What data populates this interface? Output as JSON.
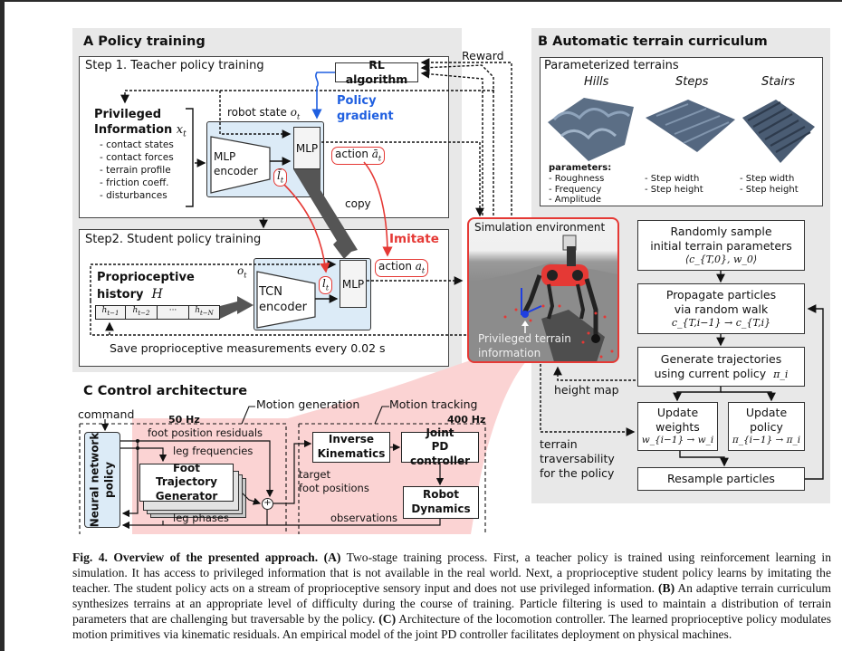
{
  "panel_a": {
    "title": "A Policy training",
    "step1": {
      "title": "Step 1. Teacher policy training",
      "rl_algorithm": "RL algorithm",
      "reward": "Reward",
      "policy_gradient_1": "Policy",
      "policy_gradient_2": "gradient",
      "privileged_title_1": "Privileged",
      "privileged_title_2": "Information",
      "privileged_symbol": "x",
      "privileged_subscript": "t",
      "privileged_items": [
        "- contact states",
        "- contact forces",
        "- terrain profile",
        "- friction coeff.",
        "- disturbances"
      ],
      "robot_state": "robot state",
      "robot_state_symbol": "o",
      "encoder_1": "MLP",
      "encoder_2": "encoder",
      "mlp": "MLP",
      "latent_teacher": "l̄",
      "action_teacher_label": "action",
      "action_teacher_symbol": "ā",
      "copy": "copy"
    },
    "step2": {
      "title": "Step2. Student policy training",
      "imitate": "Imitate",
      "proprio_title_1": "Proprioceptive",
      "proprio_title_2": "history",
      "proprio_symbol": "H",
      "obs_symbol": "o",
      "history_cells": [
        "h",
        "h",
        "···",
        "h"
      ],
      "history_subs": [
        "t−1",
        "t−2",
        "",
        "t−N"
      ],
      "encoder_1": "TCN",
      "encoder_2": "encoder",
      "mlp": "MLP",
      "latent_student": "l",
      "action_student_label": "action",
      "action_student_symbol": "a",
      "save_note": "Save proprioceptive measurements every 0.02 s"
    }
  },
  "panel_b": {
    "title": "B  Automatic terrain curriculum",
    "terrains_title": "Parameterized terrains",
    "terrains": [
      {
        "name": "Hills",
        "params": [
          "- Roughness",
          "- Frequency",
          "- Amplitude"
        ]
      },
      {
        "name": "Steps",
        "params": [
          "- Step width",
          "- Step height"
        ]
      },
      {
        "name": "Stairs",
        "params": [
          "- Step width",
          "- Step height"
        ]
      }
    ],
    "parameters_label": "parameters:",
    "sim_env_title": "Simulation environment",
    "sim_env_annotation_1": "Privileged terrain",
    "sim_env_annotation_2": "information",
    "height_map": "height map",
    "traversability_1": "terrain",
    "traversability_2": "traversability",
    "traversability_3": "for the policy",
    "flow": {
      "sample_1": "Randomly sample",
      "sample_2": "initial terrain parameters",
      "sample_math": "⟨c_{T,0}, w_0⟩",
      "propagate_1": "Propagate particles",
      "propagate_2": "via random walk",
      "propagate_math": "c_{T,i−1} → c_{T,i}",
      "generate_1": "Generate trajectories",
      "generate_2": "using current policy",
      "generate_math": "π_i",
      "weights_1": "Update",
      "weights_2": "weights",
      "weights_math": "w_{i−1} → w_i",
      "policy_1": "Update",
      "policy_2": "policy",
      "policy_math": "π_{i−1} → π_i",
      "resample": "Resample particles"
    }
  },
  "panel_c": {
    "title": "C Control architecture",
    "motion_generation": "Motion generation",
    "motion_tracking": "Motion tracking",
    "command": "command",
    "rate_50": "50 Hz",
    "rate_400": "400 Hz",
    "policy_1": "Neural network",
    "policy_2": "policy",
    "foot_residuals": "foot position residuals",
    "leg_frequencies": "leg frequencies",
    "ftg_1": "Foot Trajectory",
    "ftg_2": "Generator",
    "leg_phases": "leg phases",
    "sum_symbol": "+",
    "target_1": "target",
    "target_2": "foot positions",
    "ik_1": "Inverse",
    "ik_2": "Kinematics",
    "pd_1": "Joint",
    "pd_2": "PD controller",
    "dyn_1": "Robot",
    "dyn_2": "Dynamics",
    "observations": "observations"
  },
  "caption": {
    "label": "Fig. 4. Overview of the presented approach.",
    "A": "(A)",
    "text_a": " Two-stage training process. First, a teacher policy is trained using reinforcement learning in simulation. It has access to privileged information that is not available in the real world. Next, a proprioceptive student policy learns by imitating the teacher. The student policy acts on a stream of proprioceptive sensory input and does not use privileged information. ",
    "B": "(B)",
    "text_b": " An adaptive terrain curriculum synthesizes terrains at an appropriate level of difficulty during the course of training. Particle filtering is used to maintain a distribution of terrain parameters that are challenging but traversable by the policy. ",
    "C": "(C)",
    "text_c": " Architecture of the locomotion controller. The learned proprioceptive policy modulates motion primitives via kinematic residuals. An empirical model of the joint PD controller facilitates deployment on physical machines."
  },
  "colors": {
    "panel_bg": "#e8e8e8",
    "accent_red": "#e53935",
    "accent_blue": "#1f5fe0",
    "encoder_blue": "#dcebf7",
    "pink_region": "#fbd3d3"
  }
}
